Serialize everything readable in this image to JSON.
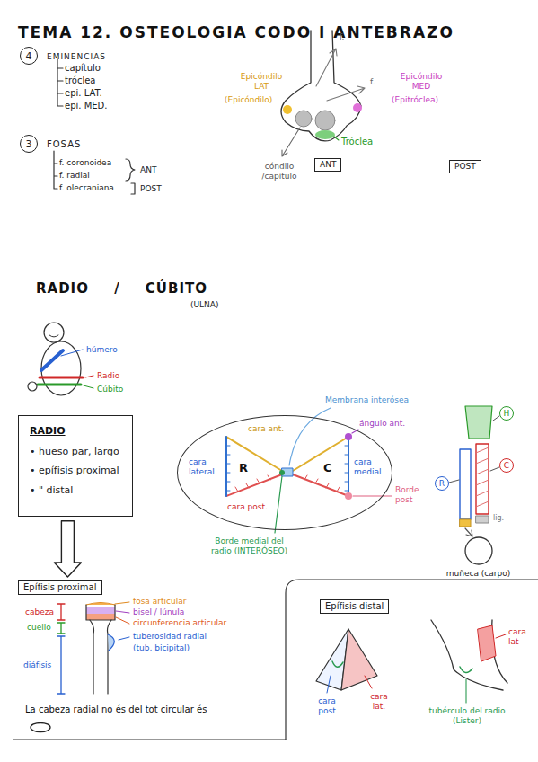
{
  "diagram": {
    "title": "TEMA 12. OSTEOLOGIA CODO I ANTEBRAZO",
    "nodes": [
      {
        "text": [
          "4"
        ]
      },
      {
        "text": [
          "3"
        ]
      },
      {
        "text": [
          "ANT"
        ]
      },
      {
        "text": [
          "POST"
        ]
      },
      {
        "text": [
          "RADIO",
          "• hueso par, largo",
          "• epífisis proximal",
          "• \" distal"
        ]
      },
      {
        "text": [
          "cara ant.",
          "cara lateral",
          "R",
          "C",
          "cara medial",
          "cara post."
        ]
      },
      {
        "text": [
          "H"
        ]
      },
      {
        "text": [
          "C"
        ]
      },
      {
        "text": [
          "R"
        ]
      },
      {
        "text": [
          "muñeca (carpo)"
        ]
      },
      {
        "text": [
          "Epífisis proximal"
        ]
      },
      {
        "text": [
          "Epífisis distal"
        ]
      }
    ],
    "edges": [
      {
        "from": 4,
        "to": 10,
        "arrow": "to"
      }
    ],
    "labels": [
      "EMINENCIAS",
      "capítulo",
      "tróclea",
      "epi. LAT.",
      "epi. MED.",
      "f.",
      "f.",
      "Epicóndilo LAT",
      "(Epicóndilo)",
      "Epicóndilo MED",
      "(Epitróclea)",
      "Tróclea",
      "cóndilo /capítulo",
      "FOSAS",
      "f. coronoidea",
      "f. radial",
      "f. olecraniana",
      "ANT",
      "POST",
      "RADIO / CÚBITO",
      "(ULNA)",
      "húmero",
      "Radio",
      "Cúbito",
      "Membrana interósea",
      "ángulo ant.",
      "Borde post",
      "Borde medial del radio (INTERÓSEO)",
      "lig.",
      "cabeza",
      "cuello",
      "diáfisis",
      "fosa articular",
      "bisel / lúnula",
      "circunferencia articular",
      "tuberosidad radial",
      "(tub. bicipital)",
      "La cabeza radial no és del tot circular és",
      "cara post",
      "cara lat.",
      "cara lat",
      "tubérculo del radio (Lister)"
    ]
  }
}
